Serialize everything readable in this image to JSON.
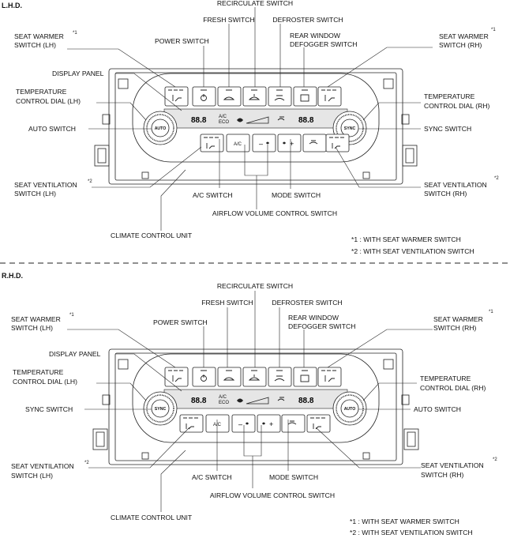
{
  "sections": [
    {
      "header": "L.H.D.",
      "labels": {
        "recirculate": "RECIRCULATE SWITCH",
        "fresh": "FRESH SWITCH",
        "defroster": "DEFROSTER SWITCH",
        "seat_warmer_lh": [
          "SEAT WARMER",
          "SWITCH (LH)"
        ],
        "seat_warmer_rh": [
          "SEAT WARMER",
          "SWITCH (RH)"
        ],
        "power": "POWER SWITCH",
        "rear_window": [
          "REAR WINDOW",
          "DEFOGGER SWITCH"
        ],
        "display_panel": "DISPLAY PANEL",
        "temp_dial_lh": [
          "TEMPERATURE",
          "CONTROL DIAL (LH)"
        ],
        "temp_dial_rh": [
          "TEMPERATURE",
          "CONTROL DIAL (RH)"
        ],
        "left_dial_switch": "AUTO SWITCH",
        "right_dial_switch": "SYNC SWITCH",
        "seat_vent_lh": [
          "SEAT VENTILATION",
          "SWITCH (LH)"
        ],
        "seat_vent_rh": [
          "SEAT VENTILATION",
          "SWITCH (RH)"
        ],
        "ac": "A/C SWITCH",
        "mode": "MODE SWITCH",
        "airflow": "AIRFLOW VOLUME CONTROL SWITCH",
        "unit": "CLIMATE CONTROL UNIT"
      },
      "dial_left_text": "AUTO",
      "dial_right_text": "SYNC",
      "footnotes": [
        "*1 : WITH SEAT WARMER SWITCH",
        "*2 : WITH SEAT VENTILATION SWITCH"
      ]
    },
    {
      "header": "R.H.D.",
      "labels": {
        "recirculate": "RECIRCULATE SWITCH",
        "fresh": "FRESH SWITCH",
        "defroster": "DEFROSTER SWITCH",
        "seat_warmer_lh": [
          "SEAT WARMER",
          "SWITCH (LH)"
        ],
        "seat_warmer_rh": [
          "SEAT WARMER",
          "SWITCH (RH)"
        ],
        "power": "POWER SWITCH",
        "rear_window": [
          "REAR WINDOW",
          "DEFOGGER SWITCH"
        ],
        "display_panel": "DISPLAY PANEL",
        "temp_dial_lh": [
          "TEMPERATURE",
          "CONTROL DIAL (LH)"
        ],
        "temp_dial_rh": [
          "TEMPERATURE",
          "CONTROL DIAL (RH)"
        ],
        "left_dial_switch": "SYNC SWITCH",
        "right_dial_switch": "AUTO SWITCH",
        "seat_vent_lh": [
          "SEAT VENTILATION",
          "SWITCH (LH)"
        ],
        "seat_vent_rh": [
          "SEAT VENTILATION",
          "SWITCH (RH)"
        ],
        "ac": "A/C SWITCH",
        "mode": "MODE SWITCH",
        "airflow": "AIRFLOW VOLUME CONTROL SWITCH",
        "unit": "CLIMATE CONTROL UNIT"
      },
      "dial_left_text": "SYNC",
      "dial_right_text": "AUTO",
      "footnotes": [
        "*1 : WITH SEAT WARMER SWITCH",
        "*2 : WITH SEAT VENTILATION SWITCH"
      ]
    }
  ],
  "footnote_marks": {
    "n1": "*1",
    "n2": "*2"
  },
  "display": {
    "temp_left": "88.8",
    "temp_right": "88.8",
    "ac_text": [
      "A/C",
      "ECO"
    ]
  },
  "button_texts": {
    "ac": "A/C",
    "minus": "–",
    "plus": "+"
  }
}
